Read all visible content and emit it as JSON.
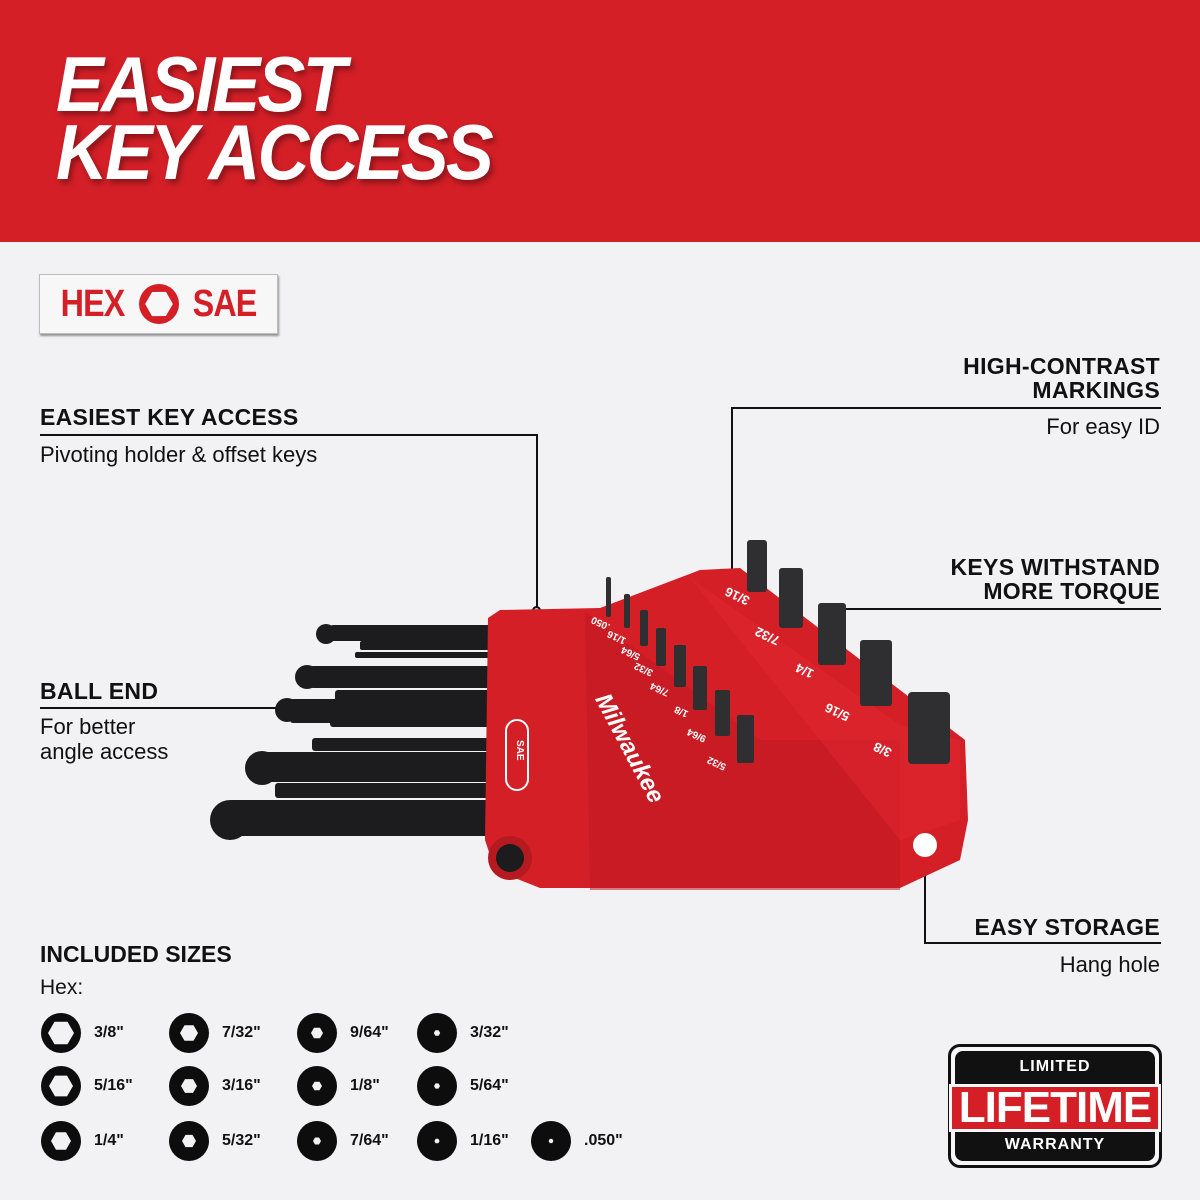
{
  "banner": {
    "title_line1": "EASIEST",
    "title_line2": "KEY ACCESS",
    "bg_color": "#d41f27"
  },
  "badge": {
    "left_text": "HEX",
    "icon": "hexagon-icon",
    "right_text": "SAE"
  },
  "callouts": [
    {
      "title": "EASIEST KEY ACCESS",
      "subtitle": "Pivoting holder & offset keys"
    },
    {
      "title_line1": "HIGH-CONTRAST",
      "title_line2": "MARKINGS",
      "subtitle": "For easy ID"
    },
    {
      "title_line1": "KEYS WITHSTAND",
      "title_line2": "MORE TORQUE"
    },
    {
      "title": "BALL END",
      "subtitle_line1": "For better",
      "subtitle_line2": "angle access"
    },
    {
      "title": "EASY STORAGE",
      "subtitle": "Hang hole"
    }
  ],
  "product": {
    "brand": "Milwaukee",
    "holder_badge": "SAE",
    "small_row_markings": [
      ".050",
      "1/16",
      "5/64",
      "3/32",
      "7/64",
      "1/8",
      "9/64",
      "5/32"
    ],
    "large_row_markings": [
      "3/16",
      "7/32",
      "1/4",
      "5/16",
      "3/8"
    ]
  },
  "included_sizes": {
    "title": "INCLUDED SIZES",
    "subtitle": "Hex:",
    "items": [
      {
        "label": "3/8\"",
        "hole": 13
      },
      {
        "label": "5/16\"",
        "hole": 12
      },
      {
        "label": "1/4\"",
        "hole": 10
      },
      {
        "label": "7/32\"",
        "hole": 9
      },
      {
        "label": "3/16\"",
        "hole": 8
      },
      {
        "label": "5/32\"",
        "hole": 7
      },
      {
        "label": "9/64\"",
        "hole": 6
      },
      {
        "label": "1/8\"",
        "hole": 5
      },
      {
        "label": "7/64\"",
        "hole": 4
      },
      {
        "label": "3/32\"",
        "hole": 3.2
      },
      {
        "label": "5/64\"",
        "hole": 3
      },
      {
        "label": "1/16\"",
        "hole": 2.6
      },
      {
        "label": ".050\"",
        "hole": 2.4
      }
    ]
  },
  "warranty": {
    "top": "LIMITED",
    "middle": "LIFETIME",
    "bottom": "WARRANTY"
  }
}
